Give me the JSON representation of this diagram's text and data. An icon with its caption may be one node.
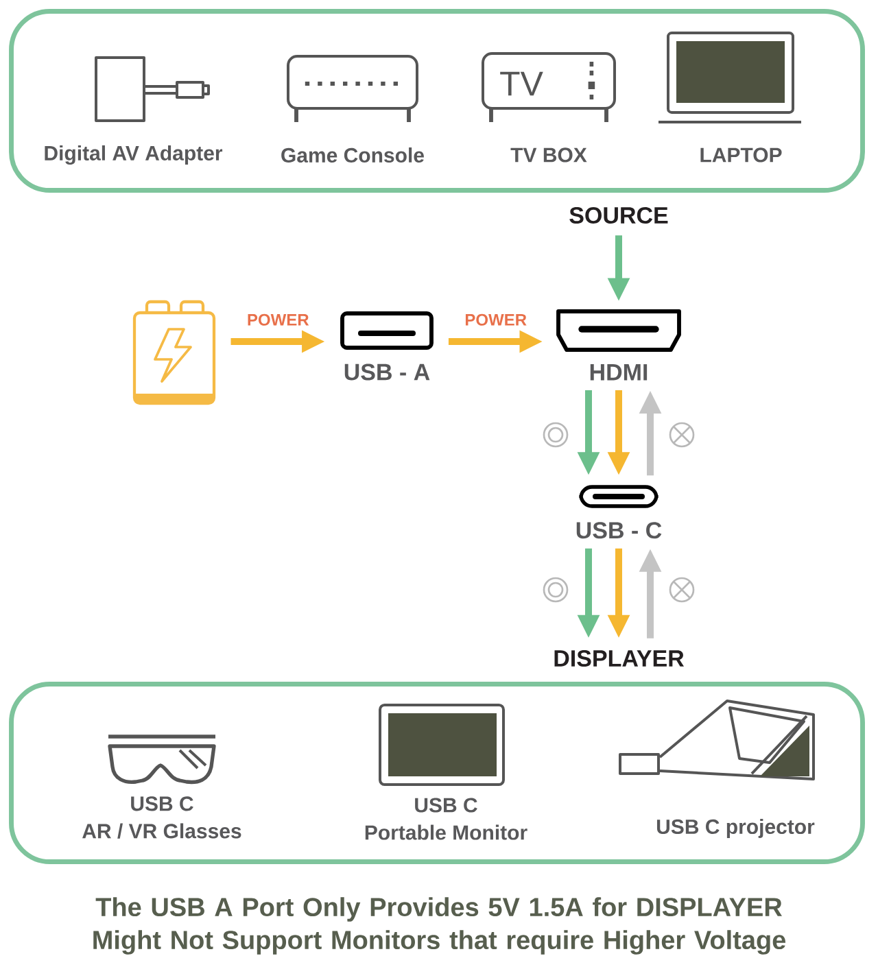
{
  "diagram": {
    "caption": "The USB A Port Only Provides 5V 1.5A for DISPLAYER Might Not Support Monitors that require Higher Voltage",
    "nodes": [
      {
        "text": [],
        "shape": "box"
      },
      {
        "text": [
          "Digital AV Adapter"
        ],
        "in": 0
      },
      {
        "text": [
          "Game Console"
        ],
        "in": 0
      },
      {
        "text": [
          "TV BOX"
        ],
        "in": 0
      },
      {
        "text": [
          "LAPTOP"
        ],
        "in": 0
      },
      {
        "text": [
          "SOURCE"
        ]
      },
      {
        "text": [],
        "shape": "picture"
      },
      {
        "text": [
          "USB - A"
        ]
      },
      {
        "text": [
          "HDMI"
        ]
      },
      {
        "text": [
          "USB - C"
        ]
      },
      {
        "text": [
          "DISPLAYER"
        ]
      },
      {
        "text": [],
        "shape": "box"
      },
      {
        "text": [
          "USB C",
          "AR / VR Glasses"
        ],
        "in": 11
      },
      {
        "text": [
          "USB C",
          "Portable Monitor"
        ],
        "in": 11
      },
      {
        "text": [
          "USB C projector"
        ],
        "in": 11
      }
    ],
    "edges": [
      {
        "from": 6,
        "to": 7,
        "arrow": "to",
        "label": "POWER",
        "color": "#f5b731"
      },
      {
        "from": 7,
        "to": 8,
        "arrow": "to",
        "label": "POWER",
        "color": "#f5b731"
      },
      {
        "from": 5,
        "to": 8,
        "arrow": "to",
        "color": "#6cbf8c"
      },
      {
        "from": 8,
        "to": 9,
        "arrow": "to",
        "color": "#6cbf8c"
      },
      {
        "from": 8,
        "to": 9,
        "arrow": "to",
        "color": "#f5b731"
      },
      {
        "from": 9,
        "to": 8,
        "arrow": "to",
        "color": "#c4c4c4"
      },
      {
        "from": 9,
        "to": 10,
        "arrow": "to",
        "color": "#6cbf8c"
      },
      {
        "from": 9,
        "to": 10,
        "arrow": "to",
        "color": "#f5b731"
      },
      {
        "from": 10,
        "to": 9,
        "arrow": "to",
        "color": "#c4c4c4"
      }
    ],
    "labels": [
      "TV"
    ]
  }
}
